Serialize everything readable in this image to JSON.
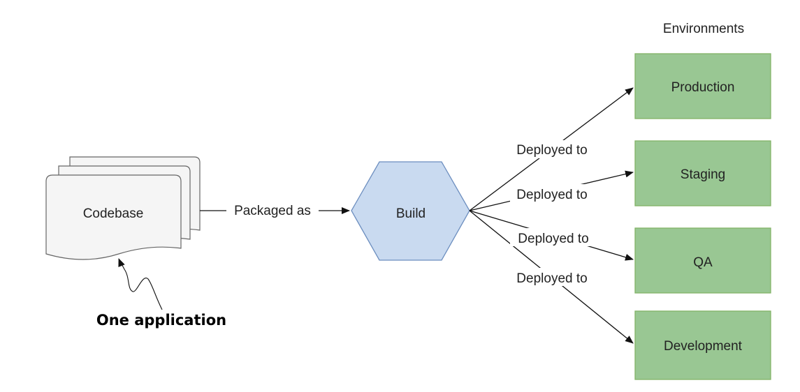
{
  "heading": "Environments",
  "codebase": {
    "label": "Codebase"
  },
  "packaged_label": "Packaged as",
  "build": {
    "label": "Build"
  },
  "annotation": "One application",
  "environments": [
    {
      "label": "Production"
    },
    {
      "label": "Staging"
    },
    {
      "label": "QA"
    },
    {
      "label": "Development"
    }
  ],
  "deploy_labels": [
    "Deployed to",
    "Deployed to",
    "Deployed to",
    "Deployed to"
  ],
  "colors": {
    "env_fill": "#99c793",
    "env_stroke": "#82b366",
    "build_fill": "#c9daf0",
    "build_stroke": "#6c8ebf",
    "doc_fill": "#f5f5f5",
    "doc_stroke": "#666666"
  }
}
